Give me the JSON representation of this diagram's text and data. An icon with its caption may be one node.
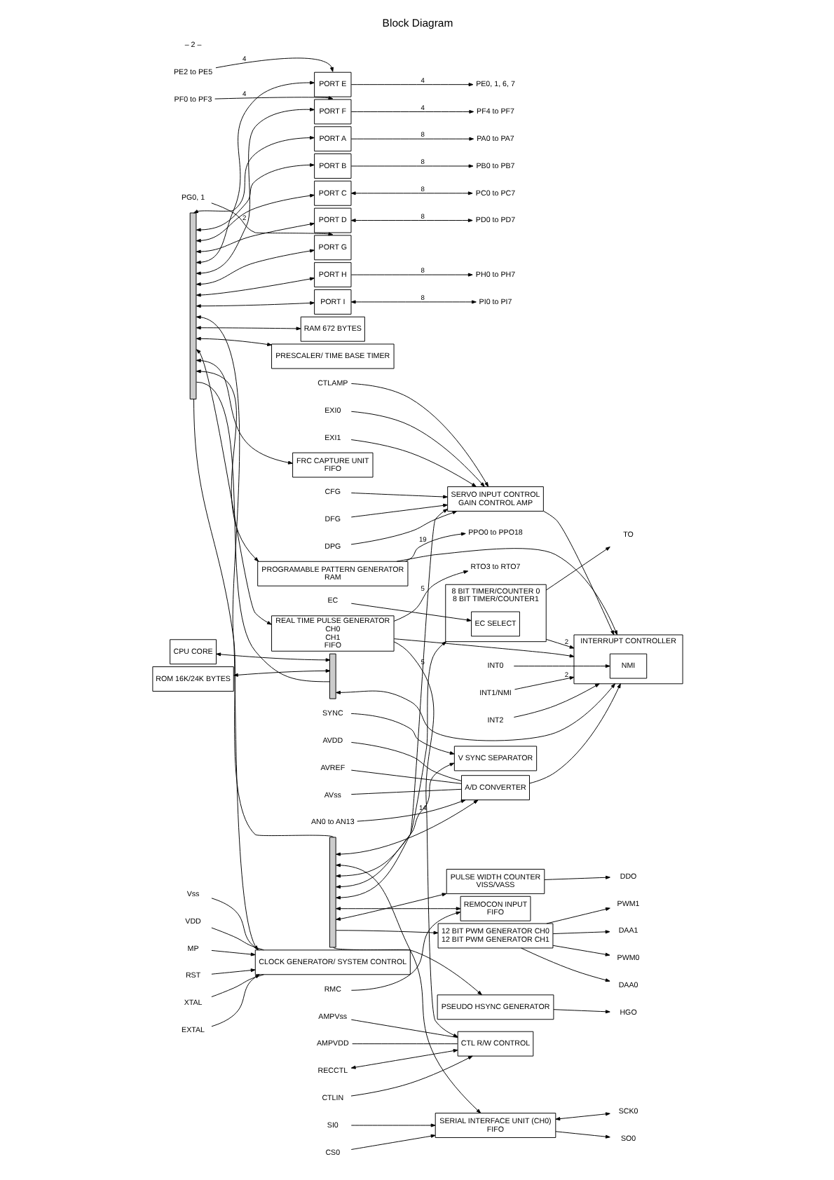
{
  "diagram": {
    "title": "Block Diagram",
    "nodes": [
      {
        "text": [
          "PORT A"
        ]
      },
      {
        "text": [
          "PORT B"
        ]
      },
      {
        "text": [
          "PORT C"
        ]
      },
      {
        "text": [
          "PORT D"
        ]
      },
      {
        "text": [
          "PORT E"
        ]
      },
      {
        "text": [
          "PORT F"
        ]
      },
      {
        "text": [
          "PORT G"
        ]
      },
      {
        "text": [
          "PORT H"
        ]
      },
      {
        "text": [
          "PORT I"
        ]
      },
      {
        "text": [
          "PA0 to PA7"
        ]
      },
      {
        "text": [
          "PB0 to PB7"
        ]
      },
      {
        "text": [
          "PC0 to PC7"
        ]
      },
      {
        "text": [
          "PD0 to PD7"
        ]
      },
      {
        "text": [
          "PE0, 1, 6, 7"
        ]
      },
      {
        "text": [
          "PE2 to PE5"
        ]
      },
      {
        "text": [
          "PF0 to PF3"
        ]
      },
      {
        "text": [
          "PF4 to PF7"
        ]
      },
      {
        "text": [
          "PG0, 1"
        ]
      },
      {
        "text": [
          "PH0 to PH7"
        ]
      },
      {
        "text": [
          "PI0 to PI7"
        ]
      },
      {
        "text": [],
        "shape": "bar"
      },
      {
        "text": [
          "CLOCK GENERATOR/ SYSTEM CONTROL"
        ]
      },
      {
        "text": [
          "RAM 672 BYTES"
        ]
      },
      {
        "text": [
          "CPU CORE"
        ]
      },
      {
        "text": [
          "ROM 16K/24K BYTES"
        ]
      },
      {
        "text": [
          "PRESCALER/ TIME BASE TIMER"
        ]
      },
      {
        "text": [
          "REAL TIME PULSE GENERATOR",
          "CH0",
          "CH1",
          "FIFO"
        ]
      },
      {
        "text": [
          "FRC CAPTURE UNIT",
          "FIFO"
        ]
      },
      {
        "text": [
          "PROGRAMABLE PATTERN GENERATOR",
          "RAM"
        ]
      },
      {
        "text": [],
        "shape": "bar"
      },
      {
        "text": [
          "INTERRUPT CONTROLLER"
        ]
      },
      {
        "text": [
          "NMI"
        ],
        "in": 30
      },
      {
        "text": [],
        "shape": "bar"
      },
      {
        "text": [
          "A/D CONVERTER"
        ]
      },
      {
        "text": [
          "SERIAL INTERFACE UNIT (CH0)",
          "FIFO"
        ]
      },
      {
        "text": [
          "8 BIT TIMER/COUNTER 0",
          "8 BIT TIMER/COUNTER1"
        ]
      },
      {
        "text": [
          "EC SELECT"
        ],
        "in": 35
      },
      {
        "text": [
          "V SYNC SEPARATOR"
        ]
      },
      {
        "text": [
          "SERVO INPUT CONTROL",
          "GAIN CONTROL AMP"
        ]
      },
      {
        "text": [
          "REMOCON INPUT",
          "FIFO"
        ]
      },
      {
        "text": [
          "PULSE WIDTH COUNTER",
          "VISS/VASS"
        ]
      },
      {
        "text": [
          "12 BIT PWM GENERATOR CH0",
          "12 BIT PWM GENERATOR CH1"
        ]
      },
      {
        "text": [
          "PSEUDO HSYNC GENERATOR"
        ]
      },
      {
        "text": [
          "CTL R/W CONTROL"
        ]
      },
      {
        "text": [
          "Vss"
        ]
      },
      {
        "text": [
          "VDD"
        ]
      },
      {
        "text": [
          "MP"
        ]
      },
      {
        "text": [
          "RST"
        ]
      },
      {
        "text": [
          "XTAL"
        ]
      },
      {
        "text": [
          "EXTAL"
        ]
      },
      {
        "text": [
          "INT0"
        ]
      },
      {
        "text": [
          "INT1/NMI"
        ]
      },
      {
        "text": [
          "INT2"
        ]
      },
      {
        "text": [
          "RTO3 to RTO7"
        ]
      },
      {
        "text": [
          "PPO0 to PPO18"
        ]
      },
      {
        "text": [
          "AVDD"
        ]
      },
      {
        "text": [
          "AVREF"
        ]
      },
      {
        "text": [
          "AVss"
        ]
      },
      {
        "text": [
          "AN0 to AN13"
        ]
      },
      {
        "text": [
          "CS0"
        ]
      },
      {
        "text": [
          "SI0"
        ]
      },
      {
        "text": [
          "SO0"
        ]
      },
      {
        "text": [
          "SCK0"
        ]
      },
      {
        "text": [
          "EC"
        ]
      },
      {
        "text": [
          "TO"
        ]
      },
      {
        "text": [
          "SYNC"
        ]
      },
      {
        "text": [
          "EXI0"
        ]
      },
      {
        "text": [
          "EXI1"
        ]
      },
      {
        "text": [
          "CFG"
        ]
      },
      {
        "text": [
          "DFG"
        ]
      },
      {
        "text": [
          "DPG"
        ]
      },
      {
        "text": [
          "CTLAMP"
        ]
      },
      {
        "text": [
          "RMC"
        ]
      },
      {
        "text": [
          "DDO"
        ]
      },
      {
        "text": [
          "PWM0"
        ]
      },
      {
        "text": [
          "DAA0"
        ]
      },
      {
        "text": [
          "PWM1"
        ]
      },
      {
        "text": [
          "DAA1"
        ]
      },
      {
        "text": [
          "HGO"
        ]
      },
      {
        "text": [
          "RECCTL"
        ]
      },
      {
        "text": [
          "CTLIN"
        ]
      },
      {
        "text": [
          "AMPVss"
        ]
      },
      {
        "text": [
          "AMPVDD"
        ]
      }
    ],
    "edges": [
      {
        "from": 0,
        "to": 9,
        "arrow": "to",
        "label": "8"
      },
      {
        "from": 1,
        "to": 10,
        "arrow": "to",
        "label": "8"
      },
      {
        "from": 2,
        "to": 11,
        "arrow": "both",
        "label": "8"
      },
      {
        "from": 3,
        "to": 12,
        "arrow": "both",
        "label": "8"
      },
      {
        "from": 4,
        "to": 13,
        "arrow": "to",
        "label": "4"
      },
      {
        "from": 14,
        "to": 4,
        "arrow": "to",
        "label": "4"
      },
      {
        "from": 15,
        "to": 5,
        "arrow": "to",
        "label": "4"
      },
      {
        "from": 5,
        "to": 16,
        "arrow": "to",
        "label": "4"
      },
      {
        "from": 17,
        "to": 6,
        "arrow": "to",
        "label": "2"
      },
      {
        "from": 7,
        "to": 18,
        "arrow": "to",
        "label": "8"
      },
      {
        "from": 8,
        "to": 19,
        "arrow": "both",
        "label": "8"
      },
      {
        "from": 20,
        "to": 0,
        "arrow": "both"
      },
      {
        "from": 20,
        "to": 1,
        "arrow": "both"
      },
      {
        "from": 20,
        "to": 2,
        "arrow": "both"
      },
      {
        "from": 20,
        "to": 3,
        "arrow": "both"
      },
      {
        "from": 20,
        "to": 4,
        "arrow": "both"
      },
      {
        "from": 20,
        "to": 5,
        "arrow": "both"
      },
      {
        "from": 20,
        "to": 6,
        "arrow": "both"
      },
      {
        "from": 20,
        "to": 7,
        "arrow": "both"
      },
      {
        "from": 20,
        "to": 8,
        "arrow": "both"
      },
      {
        "from": 20,
        "to": 21,
        "arrow": "both"
      },
      {
        "from": 20,
        "to": 22,
        "arrow": "both"
      },
      {
        "from": 20,
        "to": 25,
        "arrow": "both"
      },
      {
        "from": 20,
        "to": 26,
        "arrow": "both"
      },
      {
        "from": 20,
        "to": 27,
        "arrow": "both"
      },
      {
        "from": 20,
        "to": 28,
        "arrow": "both"
      },
      {
        "from": 23,
        "to": 29,
        "arrow": "both"
      },
      {
        "from": 24,
        "to": 29,
        "arrow": "both"
      },
      {
        "from": 20,
        "to": 29,
        "arrow": "none"
      },
      {
        "from": 29,
        "to": 30,
        "arrow": "both"
      },
      {
        "from": 20,
        "to": 32,
        "arrow": "none"
      },
      {
        "from": 44,
        "to": 21,
        "arrow": "none"
      },
      {
        "from": 45,
        "to": 21,
        "arrow": "none"
      },
      {
        "from": 46,
        "to": 21,
        "arrow": "to"
      },
      {
        "from": 47,
        "to": 21,
        "arrow": "to"
      },
      {
        "from": 48,
        "to": 21,
        "arrow": "none"
      },
      {
        "from": 49,
        "to": 21,
        "arrow": "to"
      },
      {
        "from": 50,
        "to": 31,
        "arrow": "to"
      },
      {
        "from": 51,
        "to": 30,
        "arrow": "to",
        "label": "2"
      },
      {
        "from": 52,
        "to": 30,
        "arrow": "to"
      },
      {
        "from": 26,
        "to": 53,
        "arrow": "to",
        "label": "5"
      },
      {
        "from": 28,
        "to": 54,
        "arrow": "to",
        "label": "19"
      },
      {
        "from": 33,
        "to": 30,
        "arrow": "to"
      },
      {
        "from": 35,
        "to": 30,
        "arrow": "to",
        "label": "2"
      },
      {
        "from": 38,
        "to": 30,
        "arrow": "to"
      },
      {
        "from": 26,
        "to": 30,
        "arrow": "to"
      },
      {
        "from": 28,
        "to": 30,
        "arrow": "to"
      },
      {
        "from": 32,
        "to": 33,
        "arrow": "both"
      },
      {
        "from": 32,
        "to": 34,
        "arrow": "both"
      },
      {
        "from": 32,
        "to": 35,
        "arrow": "both"
      },
      {
        "from": 32,
        "to": 37,
        "arrow": "both"
      },
      {
        "from": 32,
        "to": 38,
        "arrow": "both"
      },
      {
        "from": 32,
        "to": 39,
        "arrow": "both"
      },
      {
        "from": 32,
        "to": 40,
        "arrow": "both"
      },
      {
        "from": 32,
        "to": 41,
        "arrow": "to"
      },
      {
        "from": 32,
        "to": 42,
        "arrow": "to"
      },
      {
        "from": 26,
        "to": 43,
        "arrow": "to",
        "label": "5"
      },
      {
        "from": 55,
        "to": 33,
        "arrow": "none"
      },
      {
        "from": 56,
        "to": 33,
        "arrow": "none"
      },
      {
        "from": 57,
        "to": 33,
        "arrow": "none"
      },
      {
        "from": 58,
        "to": 33,
        "arrow": "to",
        "label": "14"
      },
      {
        "from": 59,
        "to": 34,
        "arrow": "to"
      },
      {
        "from": 60,
        "to": 34,
        "arrow": "to"
      },
      {
        "from": 34,
        "to": 61,
        "arrow": "to"
      },
      {
        "from": 34,
        "to": 62,
        "arrow": "both"
      },
      {
        "from": 63,
        "to": 36,
        "arrow": "to"
      },
      {
        "from": 35,
        "to": 64,
        "arrow": "to"
      },
      {
        "from": 65,
        "to": 37,
        "arrow": "to"
      },
      {
        "from": 66,
        "to": 38,
        "arrow": "to"
      },
      {
        "from": 67,
        "to": 38,
        "arrow": "to"
      },
      {
        "from": 68,
        "to": 38,
        "arrow": "to"
      },
      {
        "from": 69,
        "to": 38,
        "arrow": "to"
      },
      {
        "from": 70,
        "to": 38,
        "arrow": "to"
      },
      {
        "from": 71,
        "to": 38,
        "arrow": "to"
      },
      {
        "from": 72,
        "to": 39,
        "arrow": "to"
      },
      {
        "from": 40,
        "to": 73,
        "arrow": "to"
      },
      {
        "from": 41,
        "to": 74,
        "arrow": "to"
      },
      {
        "from": 41,
        "to": 75,
        "arrow": "to"
      },
      {
        "from": 41,
        "to": 76,
        "arrow": "to"
      },
      {
        "from": 41,
        "to": 77,
        "arrow": "to"
      },
      {
        "from": 42,
        "to": 78,
        "arrow": "to"
      },
      {
        "from": 79,
        "to": 43,
        "arrow": "both"
      },
      {
        "from": 80,
        "to": 43,
        "arrow": "to"
      },
      {
        "from": 81,
        "to": 43,
        "arrow": "none"
      },
      {
        "from": 82,
        "to": 43,
        "arrow": "none"
      }
    ],
    "labels": [
      "– 2 –"
    ]
  }
}
